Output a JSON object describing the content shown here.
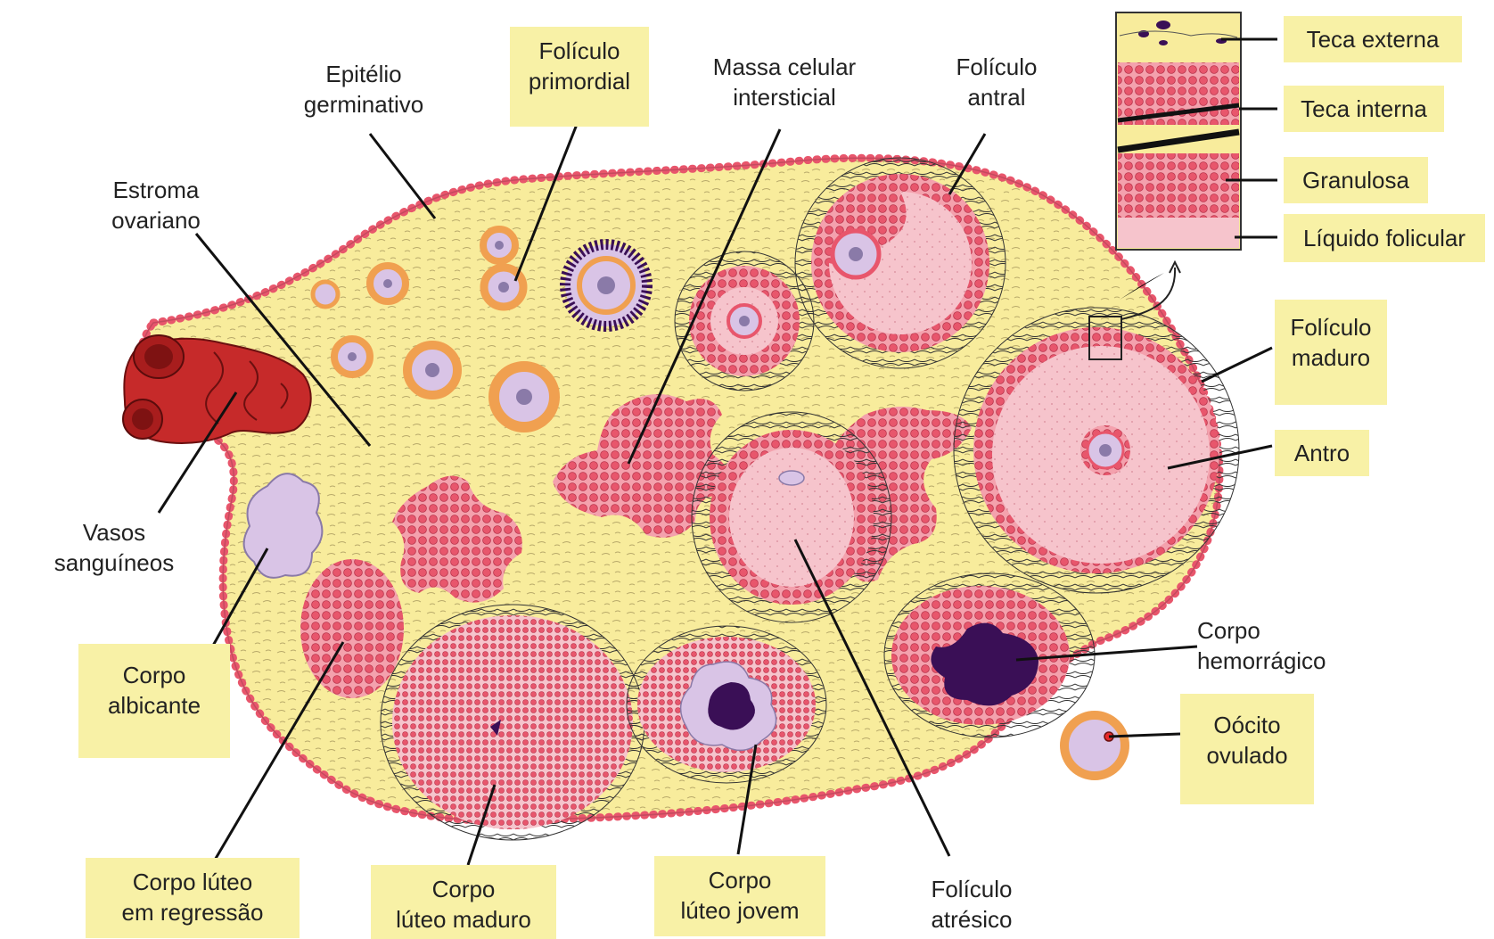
{
  "colors": {
    "stroma": "#f8ec9c",
    "cell_pink": "#e8566c",
    "cell_light": "#f4a1ad",
    "antrum": "#f6c4cc",
    "oocyte": "#d9c4e6",
    "nucleus": "#8a7aa8",
    "dark_purple": "#3a0f56",
    "vessel": "#c62a2a",
    "granulosa_orange": "#f0a050",
    "label_bg": "#f8f1a6"
  },
  "labels": {
    "epitelio_germinativo": "Epitélio\ngerminativo",
    "foliculo_primordial": "Folículo\nprimordial",
    "massa_celular_intersticial": "Massa celular\nintersticial",
    "foliculo_antral": "Folículo\nantral",
    "estroma_ovariano": "Estroma\novariano",
    "vasos_sanguineos": "Vasos\nsanguíneos",
    "corpo_albicante": "Corpo\nalbicante",
    "corpo_luteo_regressao": "Corpo lúteo\nem regressão",
    "corpo_luteo_maduro": "Corpo\nlúteo maduro",
    "corpo_luteo_jovem": "Corpo\nlúteo jovem",
    "foliculo_atresico": "Folículo\natrésico",
    "corpo_hemorragico": "Corpo\nhemorrágico",
    "oocito_ovulado": "Oócito\novulado",
    "foliculo_maduro": "Folículo\nmaduro",
    "antro": "Antro",
    "teca_externa": "Teca externa",
    "teca_interna": "Teca interna",
    "granulosa": "Granulosa",
    "liquido_folicular": "Líquido folicular"
  }
}
